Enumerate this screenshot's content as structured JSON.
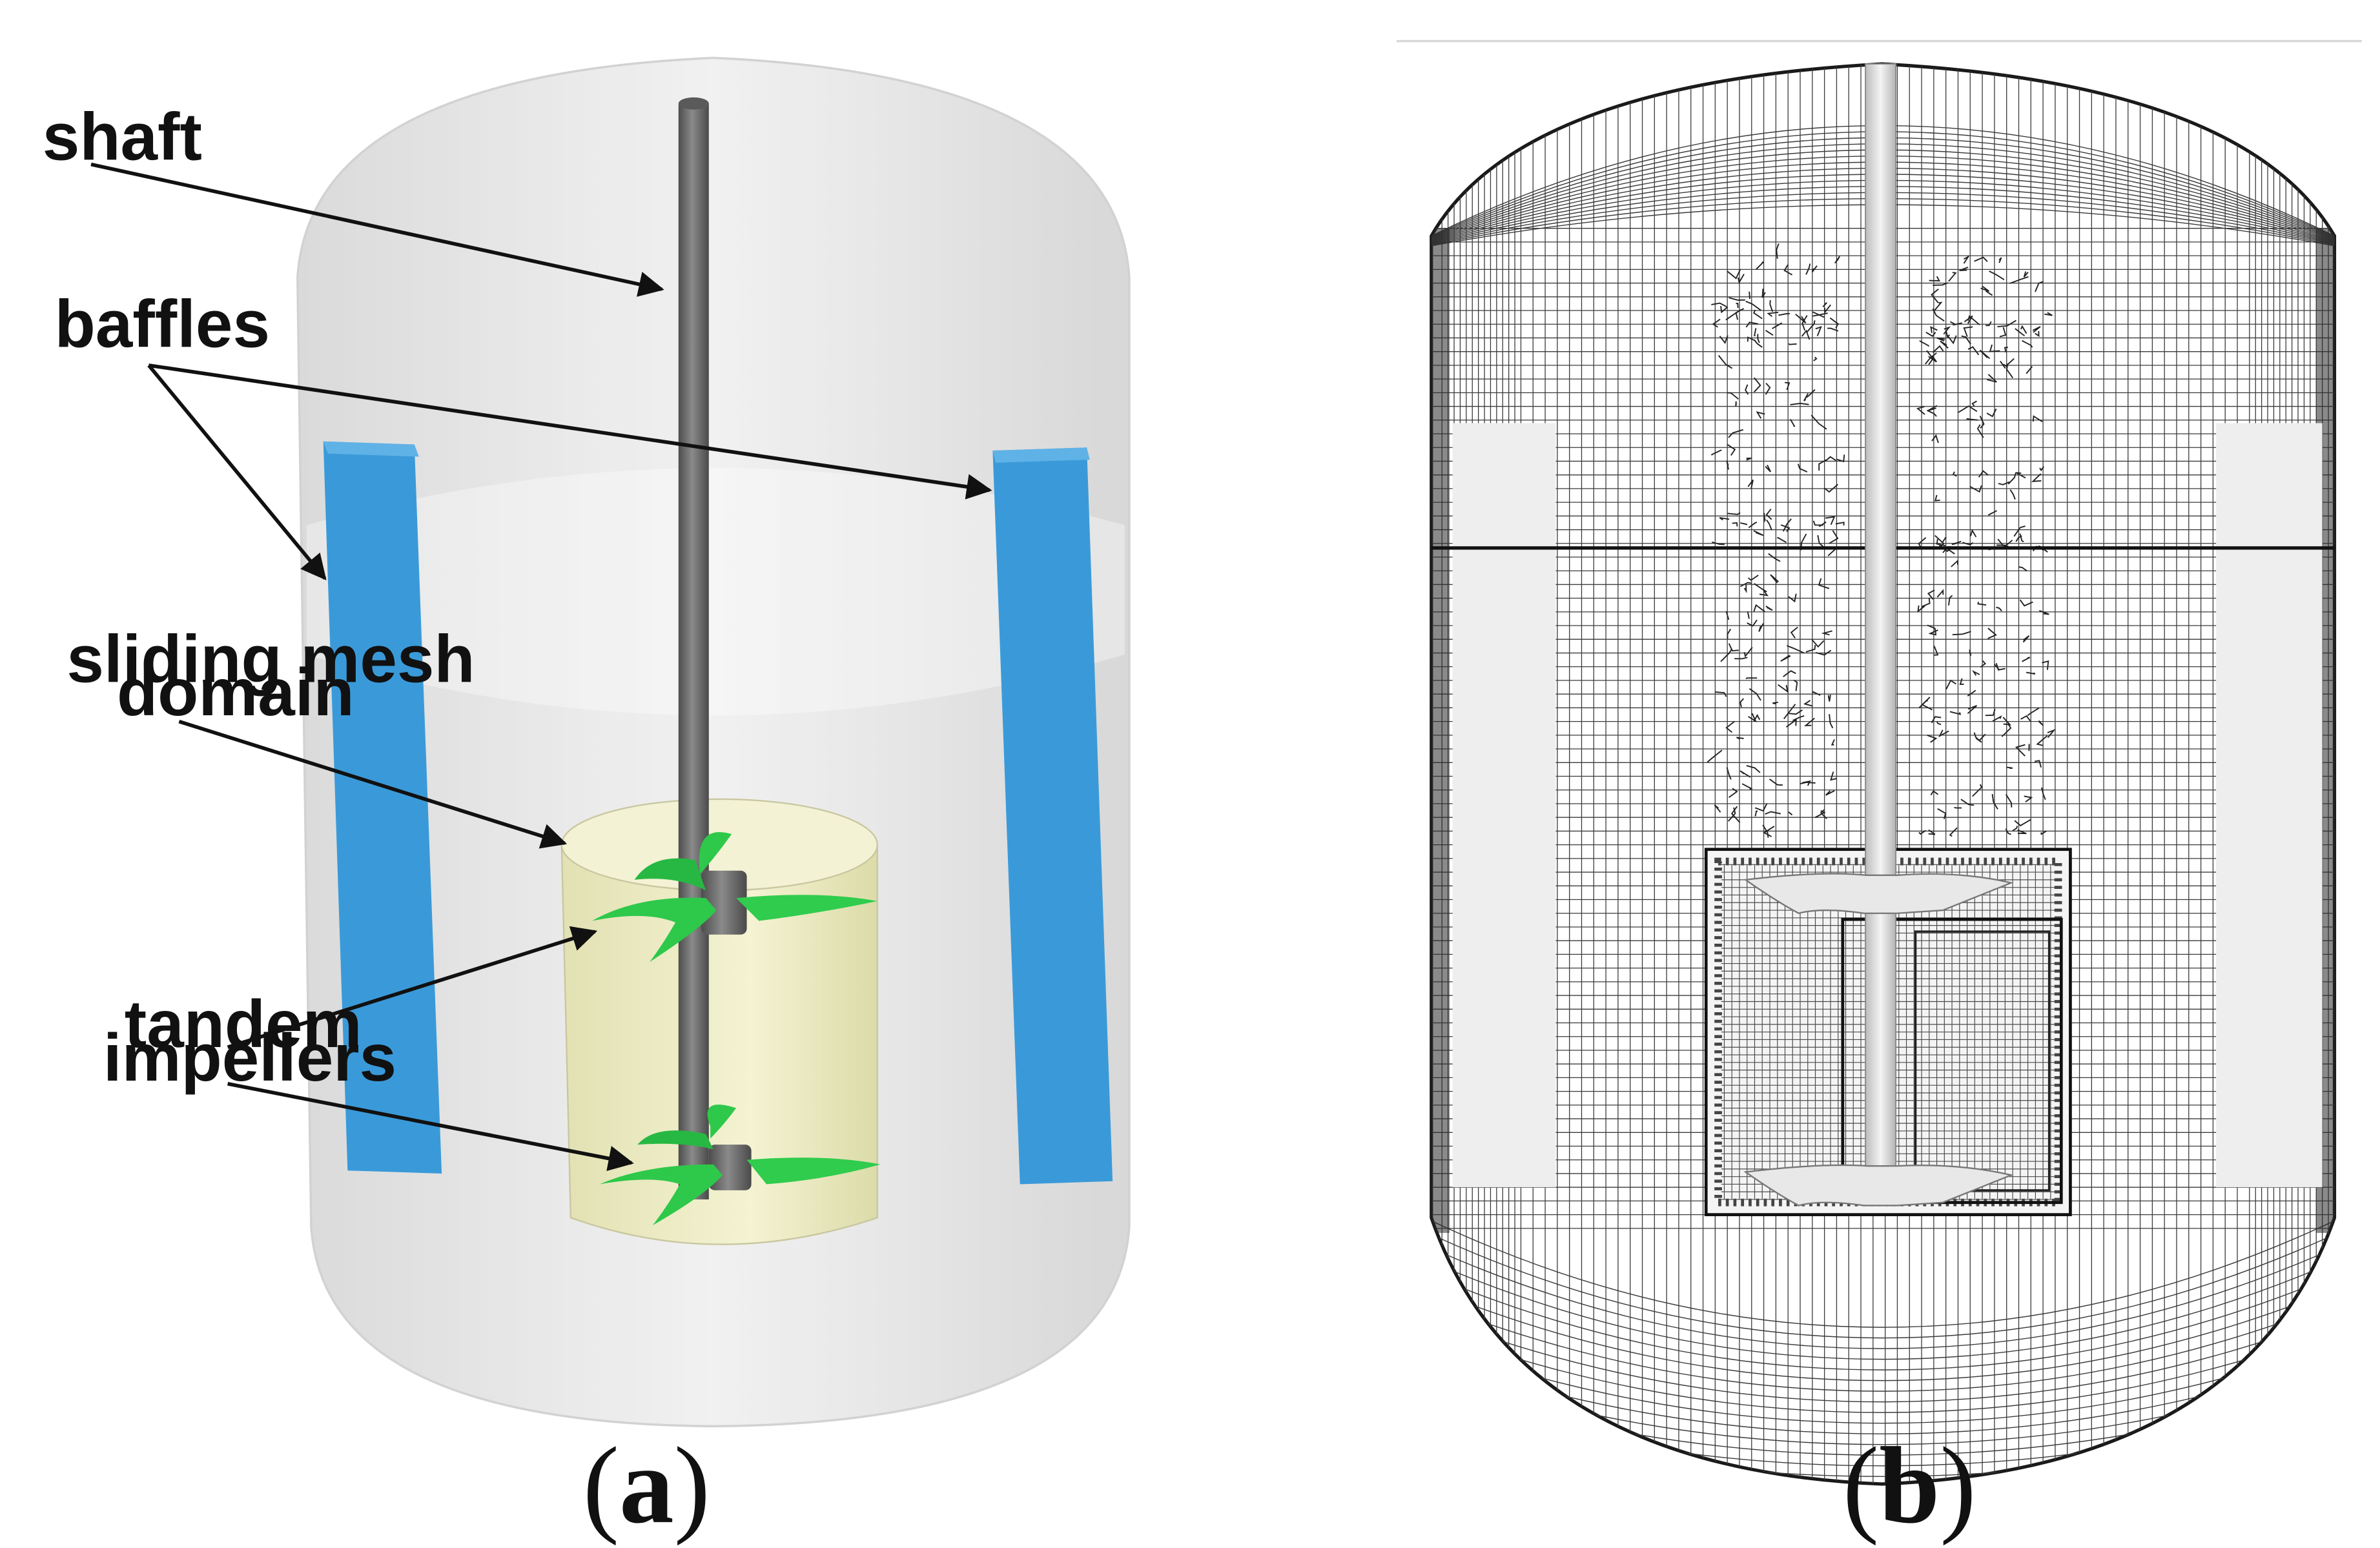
{
  "panel_a": {
    "labels": {
      "shaft": "shaft",
      "baffles": "baffles",
      "sliding_mesh_line1": "sliding mesh",
      "sliding_mesh_line2": "domain",
      "tandem_line1": "tandem",
      "tandem_line2": "impellers"
    },
    "caption": {
      "open": "(",
      "letter": "a",
      "close": ")"
    }
  },
  "panel_b": {
    "caption": {
      "open": "(",
      "letter": "b",
      "close": ")"
    }
  },
  "colors": {
    "baffle": "#3a9ad9",
    "tank": "#e4e4e4",
    "shaft": "#6b6b6b",
    "sliding_domain": "#ecebc3",
    "impeller": "#2ec84a",
    "mesh_line": "#3a3a3a"
  }
}
